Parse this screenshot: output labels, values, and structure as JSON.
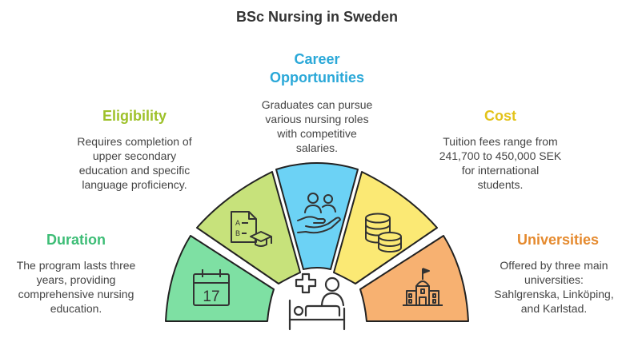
{
  "title": "BSc Nursing in Sweden",
  "colors": {
    "duration": "#3dbd76",
    "eligibility": "#9ec12a",
    "career": "#2aa8d8",
    "cost": "#e3c31b",
    "universities": "#e58a2e"
  },
  "sections": {
    "duration": {
      "heading": "Duration",
      "text_lines": [
        "The program lasts three",
        "years, providing",
        "comprehensive nursing",
        "education."
      ],
      "icon": "calendar-icon",
      "icon_text": "17"
    },
    "eligibility": {
      "heading": "Eligibility",
      "text_lines": [
        "Requires completion of",
        "upper secondary",
        "education and specific",
        "language proficiency."
      ],
      "icon": "exam-graduation-icon",
      "icon_text_a": "A",
      "icon_text_b": "B"
    },
    "career": {
      "heading_lines": [
        "Career",
        "Opportunities"
      ],
      "text_lines": [
        "Graduates can pursue",
        "various nursing roles",
        "with competitive",
        "salaries."
      ],
      "icon": "people-hand-icon"
    },
    "cost": {
      "heading": "Cost",
      "text_lines": [
        "Tuition fees range from",
        "241,700 to 450,000 SEK",
        "for international",
        "students."
      ],
      "icon": "coins-icon"
    },
    "universities": {
      "heading": "Universities",
      "text_lines": [
        "Offered by three main",
        "universities:",
        "Sahlgrenska, Linköping,",
        "and Karlstad."
      ],
      "icon": "university-building-icon"
    }
  },
  "center_icon": "nurse-patient-bed-icon"
}
